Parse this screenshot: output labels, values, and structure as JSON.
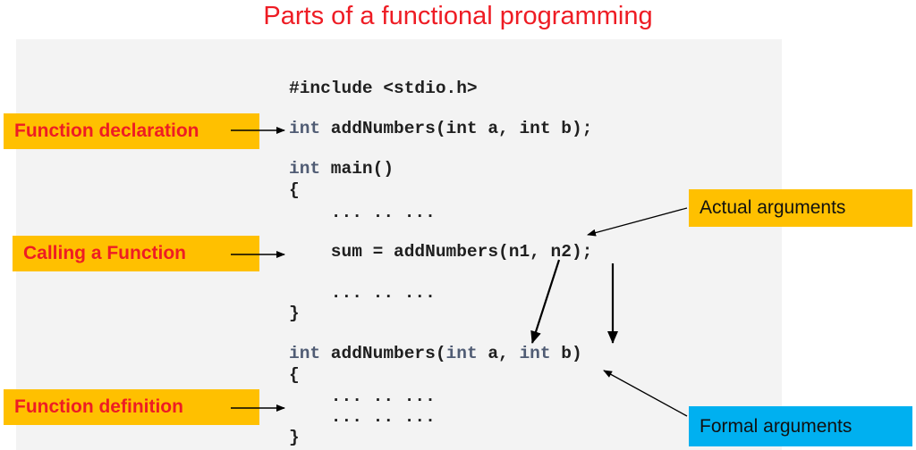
{
  "title": "Parts of a functional programming",
  "labels": {
    "declaration": "Function declaration",
    "calling": "Calling a Function",
    "definition": "Function definition",
    "actual": "Actual arguments",
    "formal": "Formal arguments"
  },
  "code": {
    "include": "#include <stdio.h>",
    "decl_type": "int",
    "decl_rest": " addNumbers(int a, int b);",
    "main_type": "int",
    "main_rest": " main()",
    "open1": "{",
    "dots1": "    ... .. ...",
    "call": "    sum = addNumbers(n1, n2);",
    "dots2": "    ... .. ...",
    "close1": "}",
    "def_type": "int",
    "def_name": " addNumbers(",
    "def_int1": "int",
    "def_a": " a, ",
    "def_int2": "int",
    "def_b": " b)",
    "open2": "{",
    "dots3": "    ... .. ...",
    "dots4": "    ... .. ...",
    "close2": "}"
  },
  "colors": {
    "title": "#ee1c24",
    "label_yellow": "#ffc000",
    "label_blue": "#00b0f0",
    "label_text_red": "#ee1c24",
    "keyword": "#505c74"
  }
}
